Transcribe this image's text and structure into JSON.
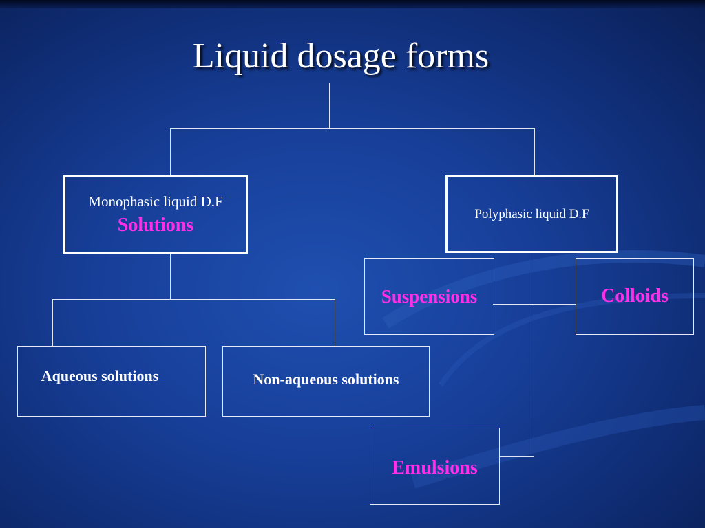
{
  "slide": {
    "title": "Liquid dosage forms",
    "colors": {
      "accent": "#ff2ee8",
      "background": "#173f99",
      "line": "#dfe6f5"
    }
  },
  "nodes": {
    "monophasic": {
      "label": "Monophasic liquid D.F",
      "sublabel": "Solutions"
    },
    "polyphasic": {
      "label": "Polyphasic liquid D.F"
    },
    "aqueous": {
      "label": "Aqueous solutions"
    },
    "non_aqueous": {
      "label": "Non-aqueous solutions"
    },
    "suspensions": {
      "label": "Suspensions"
    },
    "colloids": {
      "label": "Colloids"
    },
    "emulsions": {
      "label": "Emulsions"
    }
  }
}
